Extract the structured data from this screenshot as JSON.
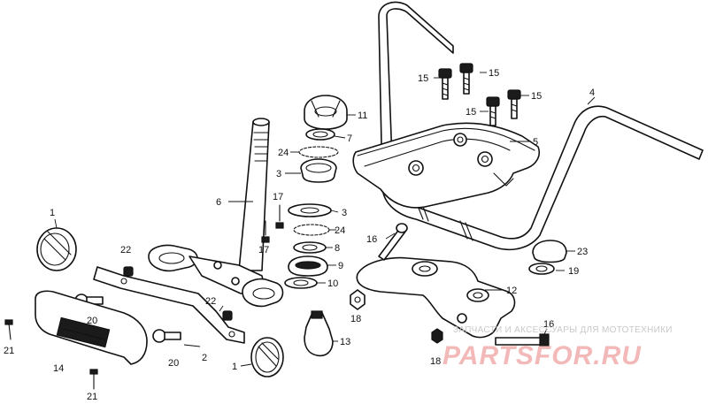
{
  "watermark": {
    "caption": "ЗАПЧАСТИ И АКСЕССУАРЫ ДЛЯ МОТОТЕХНИКИ",
    "logo": "PARTSFOR.RU"
  },
  "callouts": [
    {
      "id": "c1a",
      "label": "1"
    },
    {
      "id": "c1b",
      "label": "1"
    },
    {
      "id": "c2",
      "label": "2"
    },
    {
      "id": "c3a",
      "label": "3"
    },
    {
      "id": "c3b",
      "label": "3"
    },
    {
      "id": "c4",
      "label": "4"
    },
    {
      "id": "c5",
      "label": "5"
    },
    {
      "id": "c6",
      "label": "6"
    },
    {
      "id": "c7",
      "label": "7"
    },
    {
      "id": "c8",
      "label": "8"
    },
    {
      "id": "c9",
      "label": "9"
    },
    {
      "id": "c10",
      "label": "10"
    },
    {
      "id": "c11",
      "label": "11"
    },
    {
      "id": "c12",
      "label": "12"
    },
    {
      "id": "c13",
      "label": "13"
    },
    {
      "id": "c14",
      "label": "14"
    },
    {
      "id": "c15a",
      "label": "15"
    },
    {
      "id": "c15b",
      "label": "15"
    },
    {
      "id": "c15c",
      "label": "15"
    },
    {
      "id": "c15d",
      "label": "15"
    },
    {
      "id": "c16a",
      "label": "16"
    },
    {
      "id": "c16b",
      "label": "16"
    },
    {
      "id": "c17a",
      "label": "17"
    },
    {
      "id": "c17b",
      "label": "17"
    },
    {
      "id": "c18a",
      "label": "18"
    },
    {
      "id": "c18b",
      "label": "18"
    },
    {
      "id": "c19",
      "label": "19"
    },
    {
      "id": "c20a",
      "label": "20"
    },
    {
      "id": "c20b",
      "label": "20"
    },
    {
      "id": "c21a",
      "label": "21"
    },
    {
      "id": "c21b",
      "label": "21"
    },
    {
      "id": "c22a",
      "label": "22"
    },
    {
      "id": "c22b",
      "label": "22"
    },
    {
      "id": "c23",
      "label": "23"
    },
    {
      "id": "c24a",
      "label": "24"
    },
    {
      "id": "c24b",
      "label": "24"
    }
  ]
}
